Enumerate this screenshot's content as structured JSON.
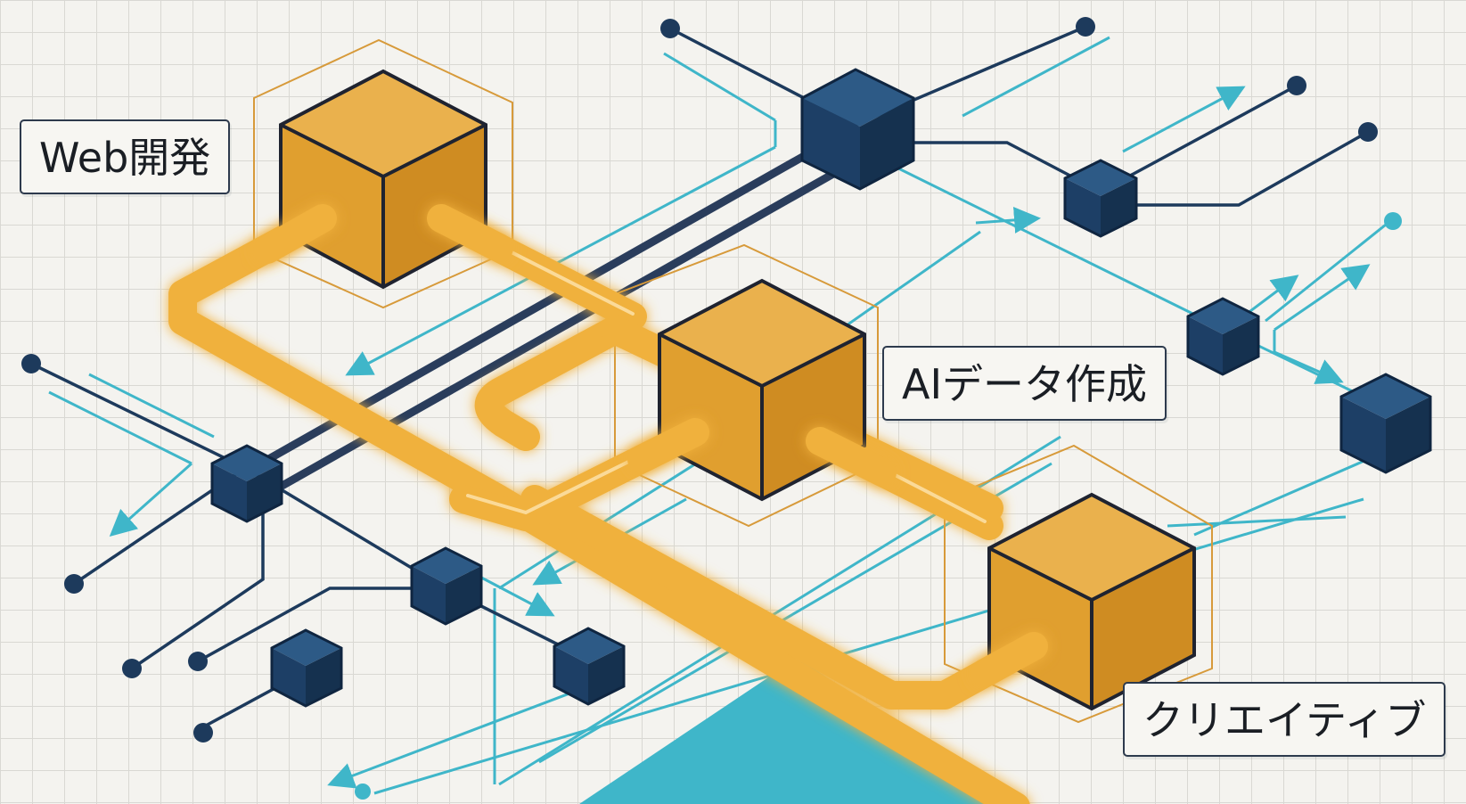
{
  "labels": {
    "web_dev": "Web開発",
    "ai_data": "AIデータ作成",
    "creative": "クリエイティブ"
  },
  "colors": {
    "background": "#f4f3ef",
    "grid": "#d9d8d3",
    "orange_cube": "#e3a132",
    "pipe": "#f0b13d",
    "navy": "#1d3a5c",
    "cyan": "#3fb6c9"
  }
}
